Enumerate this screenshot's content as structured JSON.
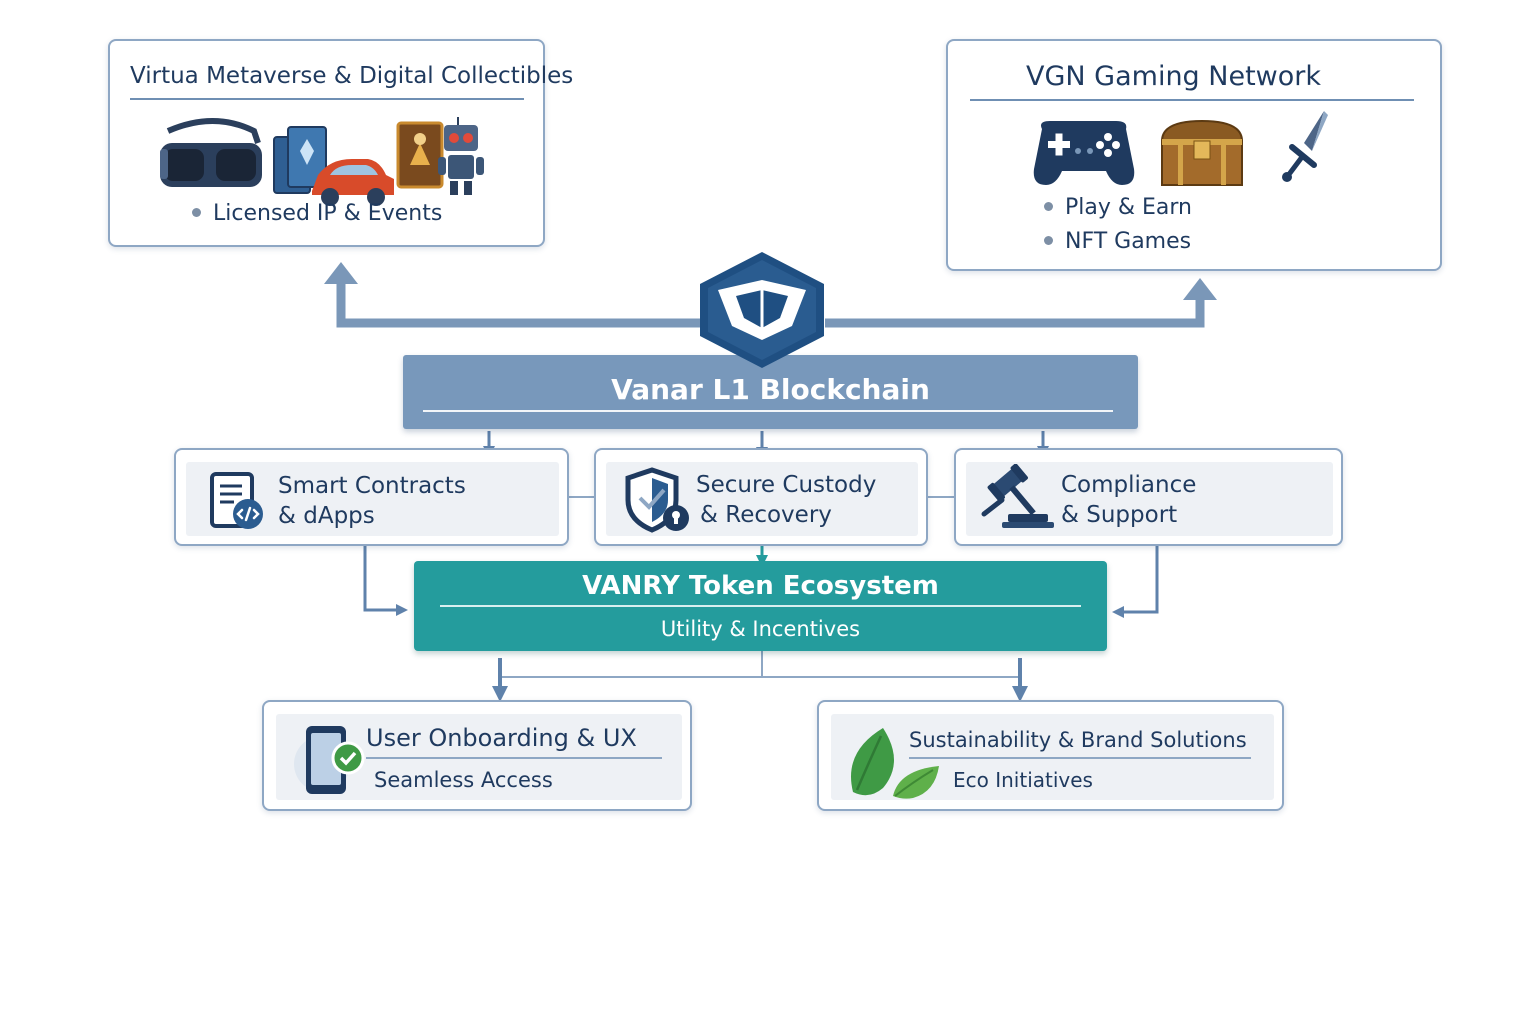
{
  "virtua": {
    "title": "Virtua Metaverse & Digital Collectibles",
    "bullets": [
      "Licensed IP & Events"
    ]
  },
  "vgn": {
    "title": "VGN Gaming Network",
    "bullets": [
      "Play & Earn",
      "NFT Games"
    ]
  },
  "chain": {
    "title": "Vanar L1 Blockchain"
  },
  "modules": {
    "contracts": {
      "line1": "Smart Contracts",
      "line2": "& dApps"
    },
    "custody": {
      "line1": "Secure Custody",
      "line2": "& Recovery"
    },
    "compliance": {
      "line1": "Compliance",
      "line2": "& Support"
    }
  },
  "token": {
    "title": "VANRY Token Ecosystem",
    "subtitle": "Utility & Incentives"
  },
  "onboarding": {
    "title": "User Onboarding & UX",
    "subtitle": "Seamless Access"
  },
  "sustainability": {
    "title": "Sustainability & Brand Solutions",
    "subtitle": "Eco Initiatives"
  },
  "colors": {
    "navy": "#1f3a5f",
    "chain_blue": "#7898bb",
    "token_teal": "#249c9d",
    "connector": "#7a97b8",
    "leaf_green": "#3f9a45"
  }
}
